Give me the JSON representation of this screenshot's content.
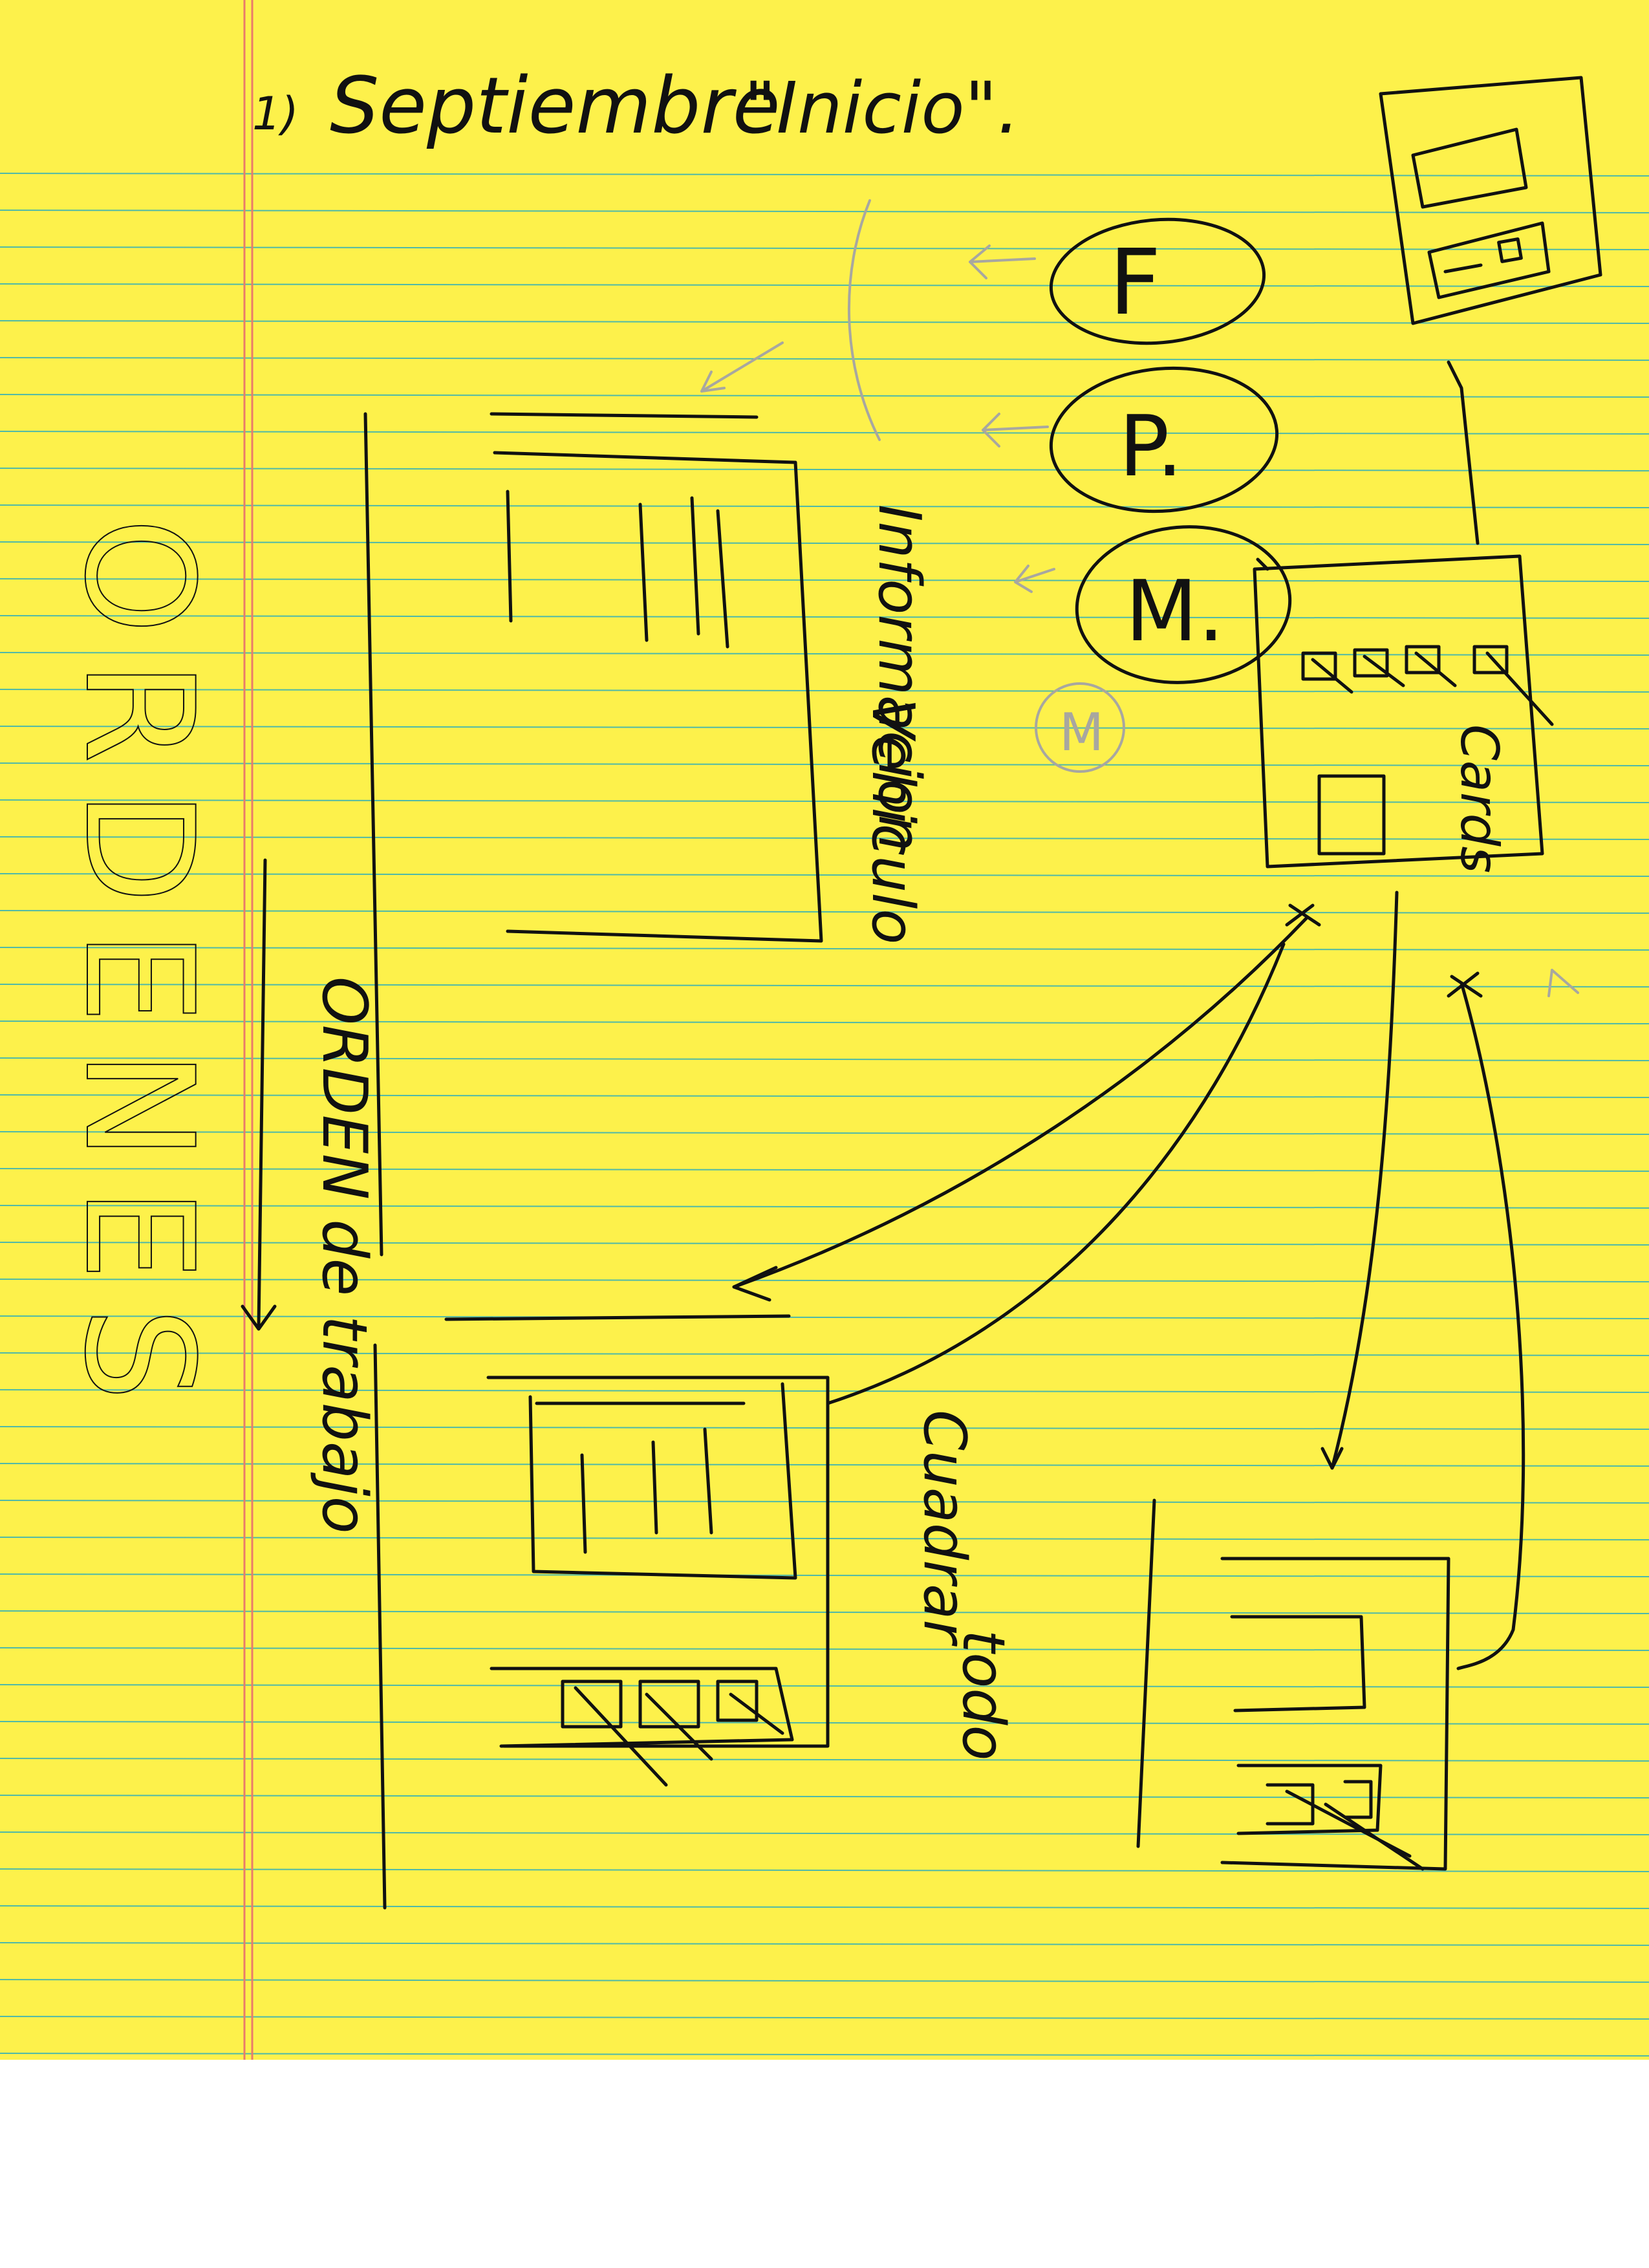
{
  "sheet": {
    "paper_color": "#fdf14b",
    "rule_color": "#4fb9a8",
    "margin_color": "#e97b6a",
    "ink_color": "#111111",
    "pencil_color": "#a8a7a0"
  },
  "header": {
    "number": "1)",
    "month": "Septiembre",
    "title": "\"Inicio\"."
  },
  "main_label": "ORDENES",
  "nav_circles": [
    "F",
    "P.",
    "M."
  ],
  "pencil_circle": "M",
  "labels": {
    "informacion": "Informacion",
    "vehiculo": "Vehiculo",
    "orden_trabajo": "ORDEN de trabajo",
    "cuadrar": "Cuadrar",
    "todo": "todo",
    "cards": "Cards"
  },
  "icons": [
    "arrow-icon",
    "checkbox-icon",
    "pencil-arrow-icon"
  ]
}
